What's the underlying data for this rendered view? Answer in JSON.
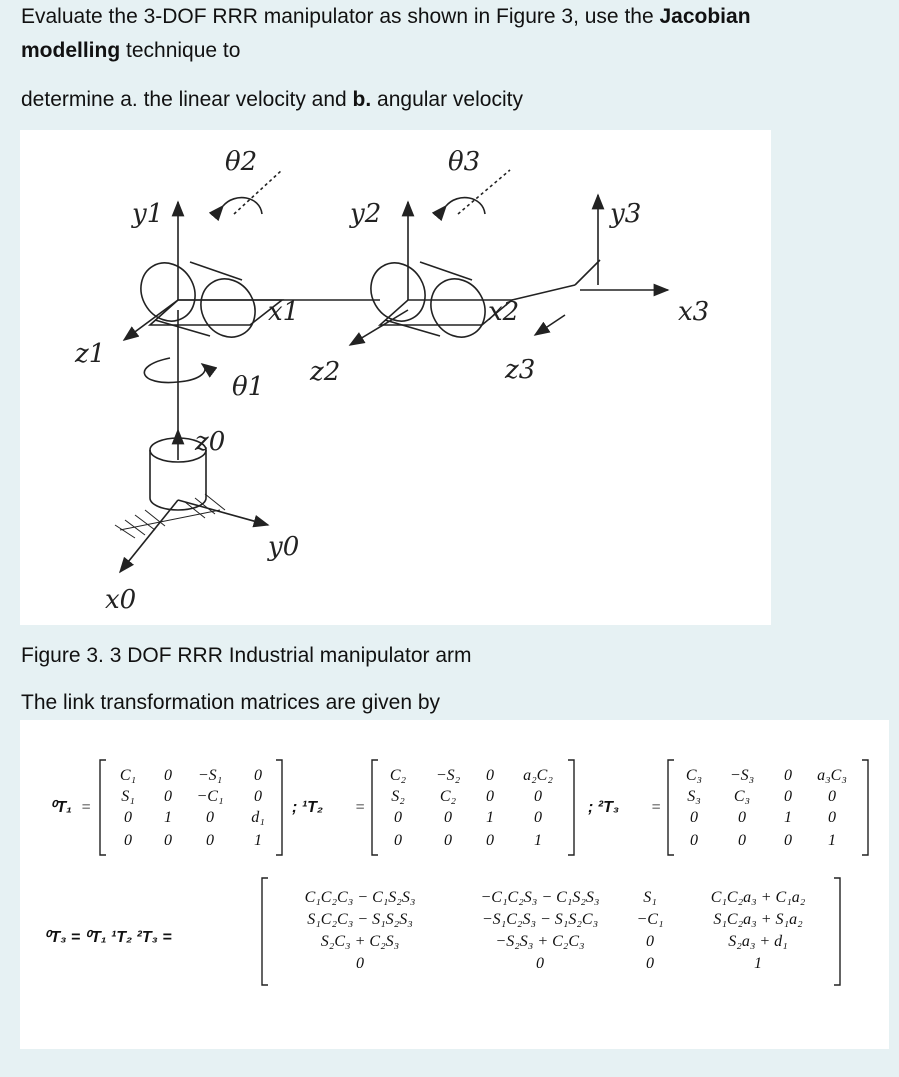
{
  "question": {
    "line1_pre": "Evaluate the 3-DOF RRR manipulator as shown in Figure 3, use the ",
    "line1_bold": "Jacobian",
    "line2_bold": "modelling",
    "line2_post": " technique to",
    "line3_pre": "determine a. the linear velocity and ",
    "line3_bold": "b.",
    "line3_post": " angular velocity"
  },
  "figure": {
    "caption": "Figure 3.  3 DOF RRR Industrial manipulator arm",
    "labels": {
      "theta1": "θ1",
      "theta2": "θ2",
      "theta3": "θ3",
      "x0": "x0",
      "y0": "y0",
      "z0": "z0",
      "x1": "x1",
      "y1": "y1",
      "z1": "z1",
      "x2": "x2",
      "y2": "y2",
      "z2": "z2",
      "x3": "x3",
      "y3": "y3",
      "z3": "z3"
    }
  },
  "intro": "The link transformation matrices are given by",
  "matrices": {
    "T01": {
      "label": "⁰T₁",
      "rows": [
        [
          "C₁",
          "0",
          "−S₁",
          "0"
        ],
        [
          "S₁",
          "0",
          "−C₁",
          "0"
        ],
        [
          "0",
          "1",
          "0",
          "d₁"
        ],
        [
          "0",
          "0",
          "0",
          "1"
        ]
      ]
    },
    "T12": {
      "label": "; ¹T₂",
      "rows": [
        [
          "C₂",
          "−S₂",
          "0",
          "a₂C₂"
        ],
        [
          "S₂",
          "C₂",
          "0",
          "0"
        ],
        [
          "0",
          "0",
          "1",
          "0"
        ],
        [
          "0",
          "0",
          "0",
          "1"
        ]
      ]
    },
    "T23": {
      "label": "; ²T₃",
      "rows": [
        [
          "C₃",
          "−S₃",
          "0",
          "a₃C₃"
        ],
        [
          "S₃",
          "C₃",
          "0",
          "0"
        ],
        [
          "0",
          "0",
          "1",
          "0"
        ],
        [
          "0",
          "0",
          "0",
          "1"
        ]
      ]
    },
    "T03": {
      "label": "⁰T₃ = ⁰T₁ ¹T₂ ²T₃ =",
      "rows": [
        [
          "C₁C₂C₃ − C₁S₂S₃",
          "−C₁C₂S₃ − C₁S₂S₃",
          "S₁",
          "C₁C₂a₃ + C₁a₂"
        ],
        [
          "S₁C₂C₃ − S₁S₂S₃",
          "−S₁C₂S₃ − S₁S₂C₃",
          "−C₁",
          "S₁C₂a₃ + S₁a₂"
        ],
        [
          "S₂C₃ + C₂S₃",
          "−S₂S₃ + C₂C₃",
          "0",
          "S₂a₃ + d₁"
        ],
        [
          "0",
          "0",
          "0",
          "1"
        ]
      ]
    }
  }
}
